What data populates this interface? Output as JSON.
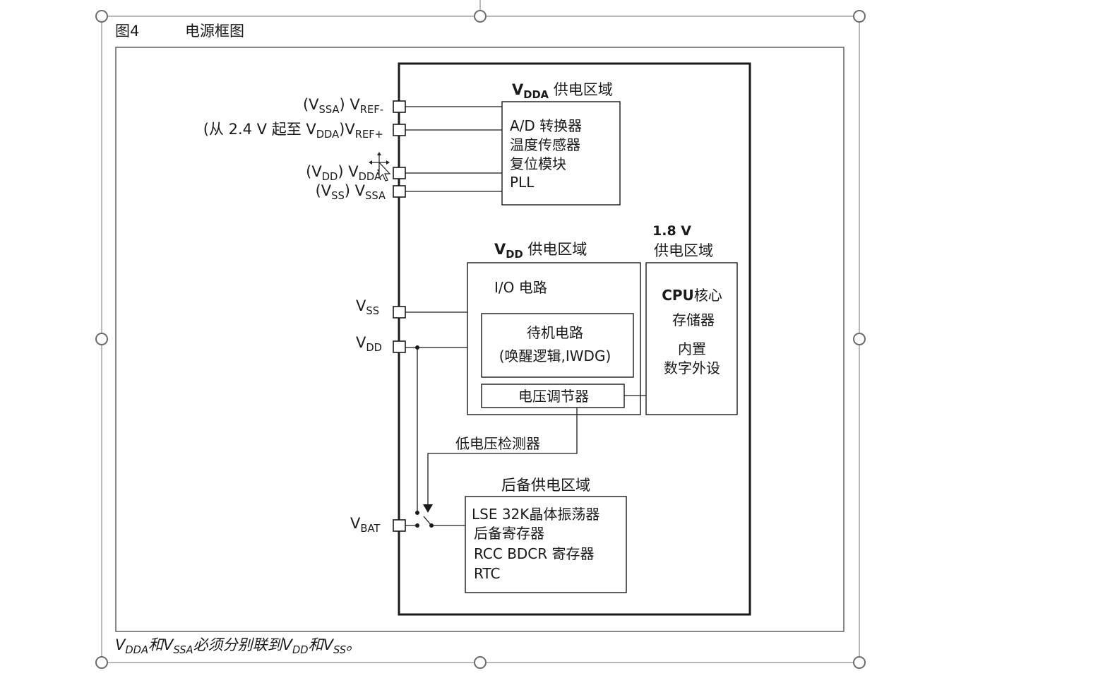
{
  "figure": {
    "number": "图4",
    "title": "电源框图",
    "footnote": {
      "v1": "V",
      "s1": "DDA",
      "t1": "和",
      "v2": "V",
      "s2": "SSA",
      "t2": "必须分别联到",
      "v3": "V",
      "s3": "DD",
      "t3": "和",
      "v4": "V",
      "s4": "SS",
      "t4": "。"
    }
  },
  "pins": {
    "vref_minus": {
      "pre": "(V",
      "pre_sub": "SSA",
      "pre_end": ") ",
      "main": "V",
      "main_sub": "REF-"
    },
    "vref_plus": {
      "pre": "(从 2.4 V 起至 V",
      "pre_sub": "DDA",
      "pre_end": ")",
      "main": "V",
      "main_sub": "REF+"
    },
    "vdda": {
      "pre": "(V",
      "pre_sub": "DD",
      "pre_end": ") ",
      "main": "V",
      "main_sub": "DDA"
    },
    "vssa": {
      "pre": "(V",
      "pre_sub": "SS",
      "pre_end": ") ",
      "main": "V",
      "main_sub": "SSA"
    },
    "vss": {
      "main": "V",
      "main_sub": "SS"
    },
    "vdd": {
      "main": "V",
      "main_sub": "DD"
    },
    "vbat": {
      "main": "V",
      "main_sub": "BAT"
    }
  },
  "domains": {
    "vdda": {
      "title_v": "V",
      "title_sub": "DDA",
      "title_rest": " 供电区域",
      "items": [
        "A/D 转换器",
        "温度传感器",
        "复位模块",
        "PLL"
      ]
    },
    "vdd": {
      "title_v": "V",
      "title_sub": "DD",
      "title_rest": " 供电区域",
      "io": "I/O 电路",
      "standby_line1": "待机电路",
      "standby_line2": "(唤醒逻辑,IWDG)",
      "regulator": "电压调节器"
    },
    "core": {
      "title_line1": "1.8 V",
      "title_line2": "供电区域",
      "cpu": "CPU",
      "cpu_rest": "核心",
      "memory": "存储器",
      "periph_line1": "内置",
      "periph_line2": "数字外设"
    },
    "lvd": "低电压检测器",
    "backup": {
      "title": "后备供电区域",
      "items": [
        "LSE 32K晶体振荡器",
        "后备寄存器",
        "RCC BDCR 寄存器",
        "RTC"
      ]
    }
  },
  "colors": {
    "ink": "#1a1a1a",
    "frame": "#6b6b6b",
    "background": "#ffffff"
  }
}
